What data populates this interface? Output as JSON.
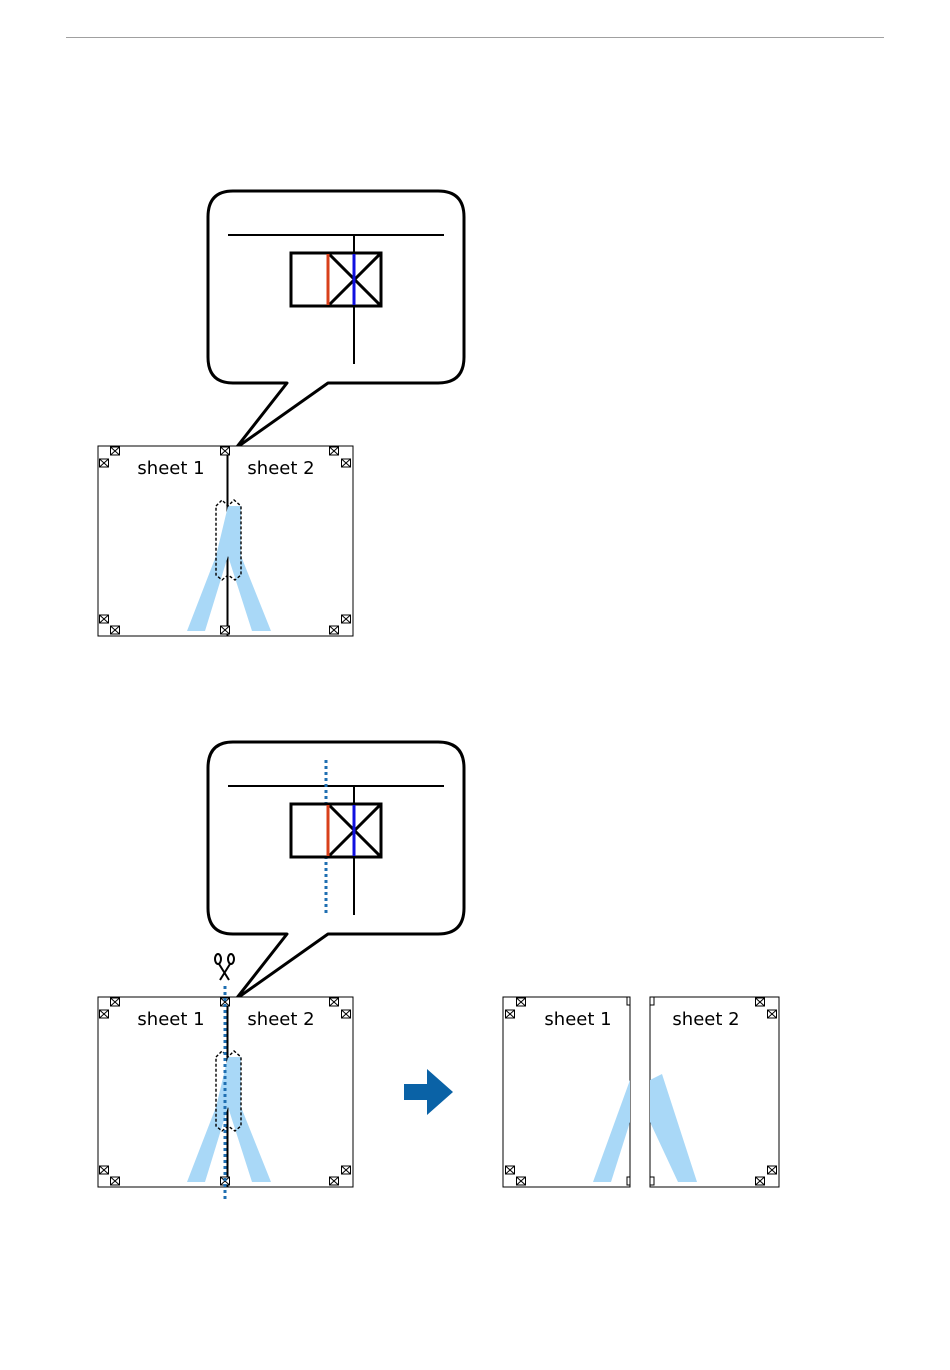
{
  "colors": {
    "paper": "#ffffff",
    "line": "#000000",
    "rule": "#a0a0a0",
    "overlap_fill": "#a9d8f7",
    "cut_line": "#1f6fb2",
    "red_mark": "#d8401b",
    "blue_mark": "#1010e0",
    "arrow": "#0a62a6"
  },
  "step1": {
    "sheet_left_label": "sheet 1",
    "sheet_right_label": "sheet 2"
  },
  "step2": {
    "sheet_left_label": "sheet 1",
    "sheet_right_label": "sheet 2",
    "result_left_label": "sheet 1",
    "result_right_label": "sheet 2"
  },
  "icons": [
    "scissors-icon",
    "right-arrow-icon",
    "crop-mark-icon"
  ]
}
